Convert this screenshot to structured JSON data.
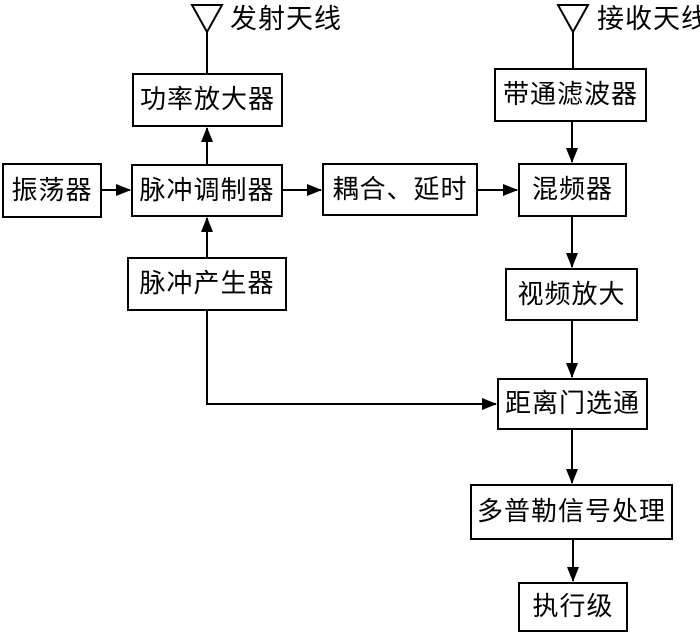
{
  "diagram": {
    "antennas": [
      {
        "id": "transmit-antenna",
        "label": "发射天线"
      },
      {
        "id": "receive-antenna",
        "label": "接收天线"
      }
    ],
    "nodes": [
      {
        "id": "oscillator",
        "label": "振荡器"
      },
      {
        "id": "power-amplifier",
        "label": "功率放大器"
      },
      {
        "id": "pulse-modulator",
        "label": "脉冲调制器"
      },
      {
        "id": "coupling-delay",
        "label": "耦合、延时"
      },
      {
        "id": "mixer",
        "label": "混频器"
      },
      {
        "id": "bandpass-filter",
        "label": "带通滤波器"
      },
      {
        "id": "pulse-generator",
        "label": "脉冲产生器"
      },
      {
        "id": "video-amplifier",
        "label": "视频放大"
      },
      {
        "id": "range-gate",
        "label": "距离门选通"
      },
      {
        "id": "doppler-processing",
        "label": "多普勒信号处理"
      },
      {
        "id": "executive-stage",
        "label": "执行级"
      }
    ],
    "edges": [
      {
        "from": "oscillator",
        "to": "pulse-modulator",
        "arrow": true
      },
      {
        "from": "pulse-modulator",
        "to": "power-amplifier",
        "arrow": true
      },
      {
        "from": "power-amplifier",
        "to": "transmit-antenna",
        "arrow": false
      },
      {
        "from": "pulse-generator",
        "to": "pulse-modulator",
        "arrow": true
      },
      {
        "from": "pulse-modulator",
        "to": "coupling-delay",
        "arrow": true
      },
      {
        "from": "coupling-delay",
        "to": "mixer",
        "arrow": true
      },
      {
        "from": "receive-antenna",
        "to": "bandpass-filter",
        "arrow": false
      },
      {
        "from": "bandpass-filter",
        "to": "mixer",
        "arrow": true
      },
      {
        "from": "mixer",
        "to": "video-amplifier",
        "arrow": true
      },
      {
        "from": "video-amplifier",
        "to": "range-gate",
        "arrow": true
      },
      {
        "from": "pulse-generator",
        "to": "range-gate",
        "arrow": true
      },
      {
        "from": "range-gate",
        "to": "doppler-processing",
        "arrow": true
      },
      {
        "from": "doppler-processing",
        "to": "executive-stage",
        "arrow": true
      }
    ],
    "colors": {
      "line": "#000000",
      "background": "#ffffff"
    }
  }
}
